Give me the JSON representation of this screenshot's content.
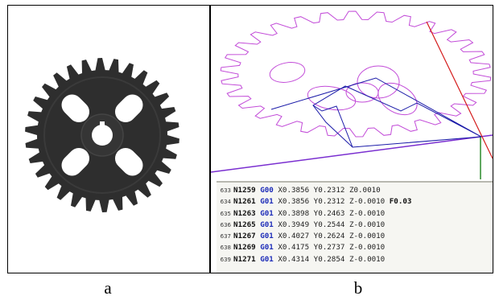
{
  "captions": {
    "left": "a",
    "right": "b"
  },
  "colors": {
    "gear_fill": "#2e2e2e",
    "gear_profile": "#c24bd8",
    "toolpath": "#1a1aa8",
    "axis_x": "#7a2fd0",
    "axis_y": "#d41c1c",
    "axis_z": "#2a8a2a",
    "code_g_word": "#1c2bb8"
  },
  "gcode_lines": [
    {
      "ln": "633",
      "n": "N1259",
      "g": "G00",
      "x": "X0.3856",
      "y": "Y0.2312",
      "z": "Z0.0010",
      "f": ""
    },
    {
      "ln": "634",
      "n": "N1261",
      "g": "G01",
      "x": "X0.3856",
      "y": "Y0.2312",
      "z": "Z-0.0010",
      "f": "F0.03"
    },
    {
      "ln": "635",
      "n": "N1263",
      "g": "G01",
      "x": "X0.3898",
      "y": "Y0.2463",
      "z": "Z-0.0010",
      "f": ""
    },
    {
      "ln": "636",
      "n": "N1265",
      "g": "G01",
      "x": "X0.3949",
      "y": "Y0.2544",
      "z": "Z-0.0010",
      "f": ""
    },
    {
      "ln": "637",
      "n": "N1267",
      "g": "G01",
      "x": "X0.4027",
      "y": "Y0.2624",
      "z": "Z-0.0010",
      "f": ""
    },
    {
      "ln": "638",
      "n": "N1269",
      "g": "G01",
      "x": "X0.4175",
      "y": "Y0.2737",
      "z": "Z-0.0010",
      "f": ""
    },
    {
      "ln": "639",
      "n": "N1271",
      "g": "G01",
      "x": "X0.4314",
      "y": "Y0.2854",
      "z": "Z-0.0010",
      "f": ""
    }
  ]
}
